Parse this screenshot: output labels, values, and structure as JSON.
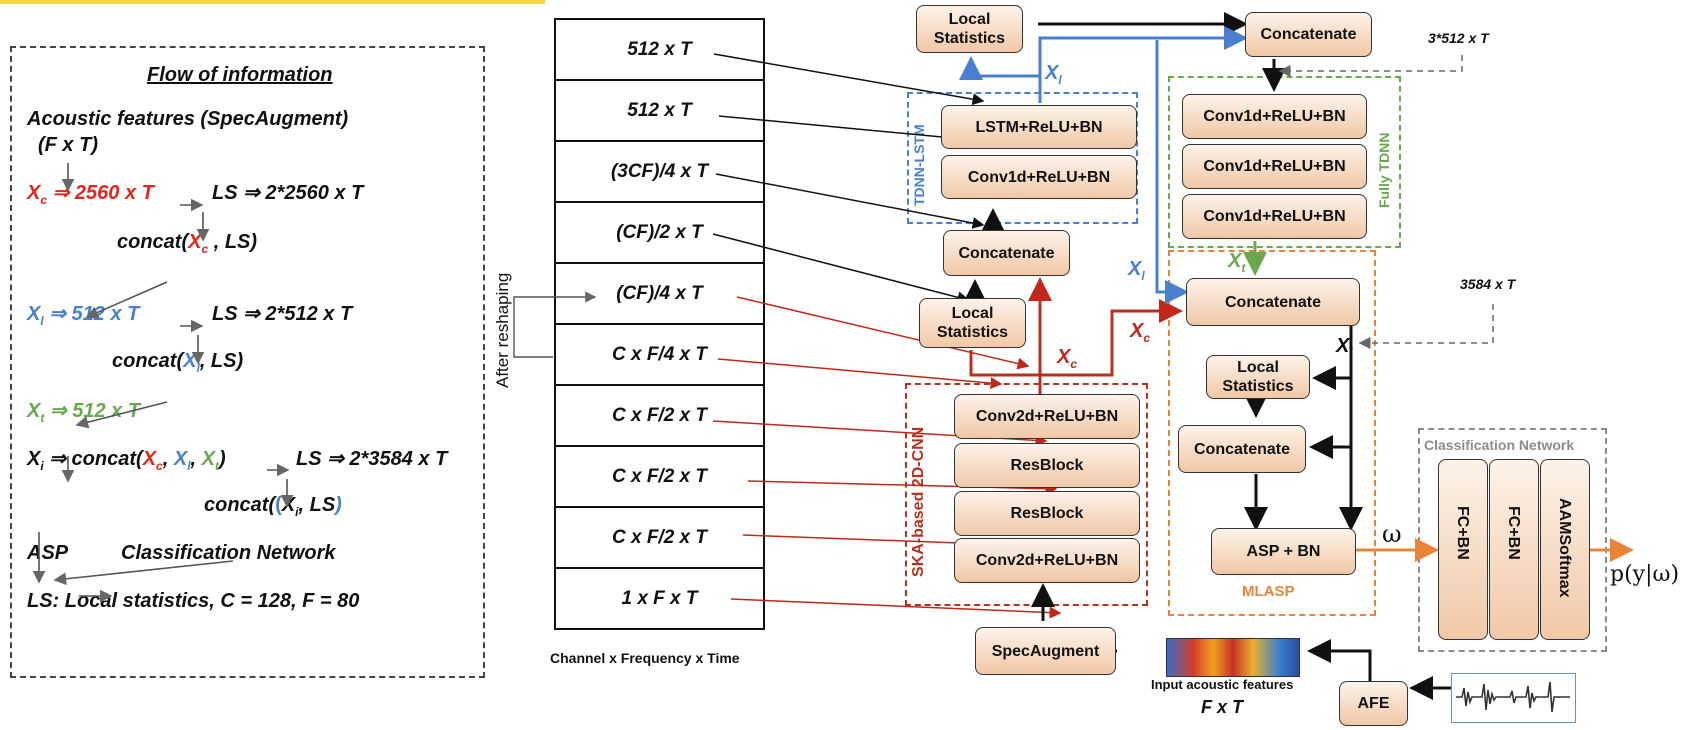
{
  "flow": {
    "title": "Flow of information",
    "l1": "Acoustic features (SpecAugment)",
    "l2": "(F x T)",
    "l3a": "X",
    "l3sub": "c",
    "l3b": " ⇒ 2560 x T",
    "l3c": "LS ⇒ 2*2560 x T",
    "l4a": "concat(",
    "l4x": "X",
    "l4sub": "c",
    "l4b": " , LS)",
    "l5a": "X",
    "l5sub": "l",
    "l5b": " ⇒ 512 x T",
    "l5c": "LS ⇒ 2*512 x T",
    "l6a": "concat(",
    "l6x": "X",
    "l6sub": "l",
    "l6b": ", LS)",
    "l7a": "X",
    "l7sub": "t",
    "l7b": " ⇒ 512 x T",
    "l8a": "X",
    "l8sub": "i",
    "l8b": " ⇒ concat(",
    "l8c": "X",
    "l8csub": "c",
    "l8d": ", ",
    "l8e": "X",
    "l8esub": "l",
    "l8f": ", ",
    "l8g": "X",
    "l8gsub": "t",
    "l8h": ")",
    "l8i": "LS ⇒ 2*3584 x T",
    "l9a": "concat(",
    "l9x": "X",
    "l9sub": "i",
    "l9b": ", LS",
    "l9c": ")",
    "l10a": "ASP",
    "l10b": "Classification Network",
    "l11": "LS: Local statistics, C = 128, F = 80"
  },
  "stack": {
    "cells": [
      "512 x T",
      "512 x T",
      "(3CF)/4 x T",
      "(CF)/2 x T",
      "(CF)/4 x T",
      "C x F/4 x T",
      "C x F/2 x T",
      "C x F/2 x T",
      "C x F/2 x T",
      "1 x F x T"
    ],
    "caption": "Channel x Frequency x Time",
    "side_label": "After reshaping"
  },
  "boxes": {
    "local_stats_top": "Local Statistics",
    "concat_top_right": "Concatenate",
    "lstm": "LSTM+ReLU+BN",
    "conv1d_tdnn_lstm": "Conv1d+ReLU+BN",
    "concat_mid": "Concatenate",
    "local_stats_mid": "Local Statistics",
    "conv1d_a": "Conv1d+ReLU+BN",
    "conv1d_b": "Conv1d+ReLU+BN",
    "conv1d_c": "Conv1d+ReLU+BN",
    "concat_mlasp": "Concatenate",
    "local_stats_mlasp": "Local Statistics",
    "concat_mlasp2": "Concatenate",
    "asp_bn": "ASP + BN",
    "conv2d_top": "Conv2d+ReLU+BN",
    "resblock1": "ResBlock",
    "resblock2": "ResBlock",
    "conv2d_bottom": "Conv2d+ReLU+BN",
    "specaugment": "SpecAugment",
    "afe": "AFE",
    "fc1": "FC+BN",
    "fc2": "FC+BN",
    "aam": "AAMSoftmax"
  },
  "labels": {
    "tdnn_lstm": "TDNN-LSTM",
    "fully_tdnn": "Fully TDNN",
    "ska_cnn": "SKA-based 2D-CNN",
    "mlasp": "MLASP",
    "classification_network": "Classification Network",
    "dim_3x512": "3*512 x T",
    "dim_3584": "3584 x T",
    "input_features": "Input acoustic features",
    "input_dims": "F x T",
    "omega": "ω",
    "output": "p(y|ω)",
    "xl": "X",
    "xl_sub": "l",
    "xl2": "X",
    "xl2_sub": "l",
    "xt": "X",
    "xt_sub": "t",
    "xc1": "X",
    "xc1_sub": "c",
    "xc2": "X",
    "xc2_sub": "c",
    "xi": "X",
    "xi_sub": "i"
  },
  "colors": {
    "red": "#e8231b",
    "blue": "#4a7fd0",
    "green": "#6aa84f",
    "dark_red": "#b5321f",
    "orange": "#e8843a",
    "gray": "#8c8c8c"
  }
}
